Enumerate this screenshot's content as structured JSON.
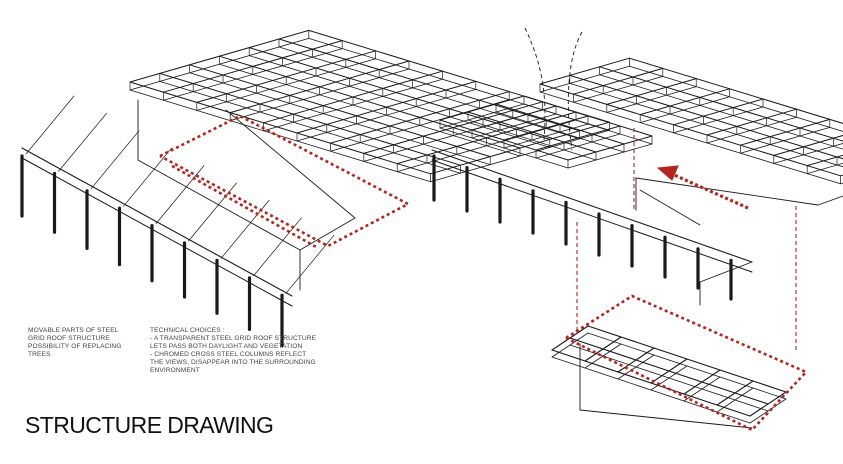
{
  "title": "STRUCTURE DRAWING",
  "notes": {
    "left": [
      "MOVABLE PARTS OF STEEL",
      "GRID ROOF STRUCTURE",
      "POSSIBILITY OF REPLACING",
      "TREES"
    ],
    "right": [
      "TECHNICAL CHOICES :",
      "- A TRANSPARENT STEEL GRID ROOF STRUCTURE",
      "LETS PASS BOTH DAYLIGHT AND VEGETATION",
      "- CHROMED CROSS STEEL COLUMNS REFLECT",
      "THE VIEWS, DISAPPEAR INTO THE SURROUNDING",
      "ENVIRONMENT"
    ]
  },
  "colors": {
    "ink": "#1a1a1a",
    "highlight": "#b3261e",
    "paper": "#ffffff"
  }
}
